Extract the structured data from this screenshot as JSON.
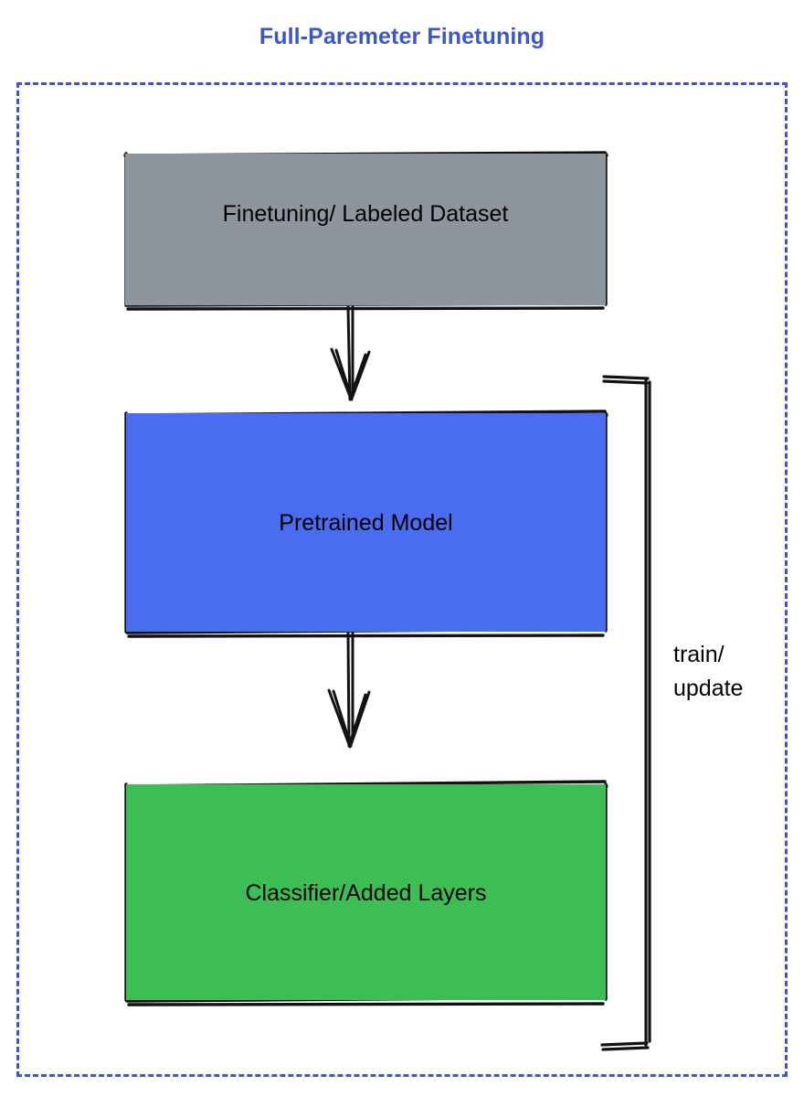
{
  "page": {
    "title": "Full-Paremeter Finetuning",
    "title_color": "#3b57c8",
    "background": "#ffffff",
    "frame_style": "dashed",
    "frame_color": "#3b57c8"
  },
  "diagram": {
    "type": "flowchart",
    "style": "hand-drawn",
    "nodes": [
      {
        "id": "dataset",
        "label": "Finetuning/ Labeled Dataset",
        "fill": "#8e959d",
        "text_color": "#000000",
        "shape": "rectangle"
      },
      {
        "id": "pretrained",
        "label": "Pretrained Model",
        "fill": "#4a6cf0",
        "text_color": "#000000",
        "shape": "rectangle"
      },
      {
        "id": "classifier",
        "label": "Classifier/Added Layers",
        "fill": "#3cbe55",
        "text_color": "#000000",
        "shape": "rectangle"
      }
    ],
    "edges": [
      {
        "id": "dataset-to-pretrained",
        "from": "dataset",
        "to": "pretrained",
        "label": "",
        "arrow": "down"
      },
      {
        "id": "pretrained-to-classifier",
        "from": "pretrained",
        "to": "classifier",
        "label": "",
        "arrow": "down"
      },
      {
        "id": "feedback-loop",
        "from": "classifier",
        "to": "pretrained",
        "label": "train/\nupdate",
        "arrow": "none"
      }
    ]
  }
}
